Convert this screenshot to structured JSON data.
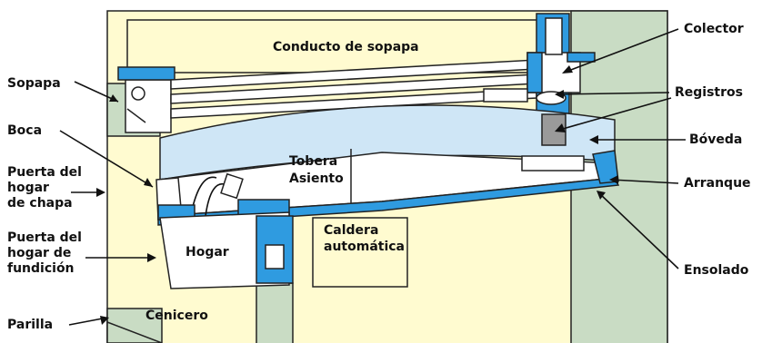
{
  "colors": {
    "cream": "#fffbd0",
    "green": "#c9dcc4",
    "blue": "#2f9be0",
    "light_blue": "#cfe6f6",
    "gray": "#9a9a9a",
    "white": "#ffffff",
    "outline": "#222222"
  },
  "labels": {
    "colector": "Colector",
    "sopapa": "Sopapa",
    "registros": "Registros",
    "boca": "Boca",
    "boveda": "Bóveda",
    "puerta_chapa": [
      "Puerta del",
      "hogar",
      "de chapa"
    ],
    "arranque": "Arranque",
    "puerta_fundicion": [
      "Puerta del",
      "hogar de",
      "fundición"
    ],
    "ensolado": "Ensolado",
    "parilla": "Parilla"
  },
  "inner_labels": {
    "conducto": "Conducto de sopapa",
    "tobera": "Tobera",
    "asiento": "Asiento",
    "caldera": [
      "Caldera",
      "automática"
    ],
    "hogar": "Hogar",
    "cenicero": "Cenicero"
  }
}
